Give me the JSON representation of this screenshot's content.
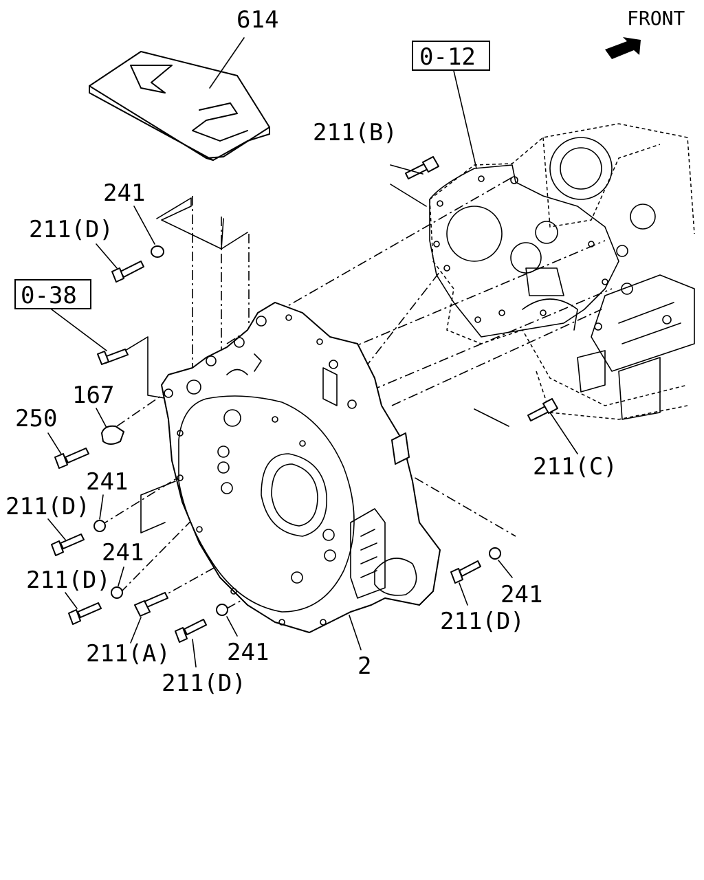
{
  "labels": {
    "part_614": "614",
    "front": "FRONT",
    "ref_o12": "0-12",
    "ref_o38": "0-38",
    "bolt_211b": "211(B)",
    "bolt_211c": "211(C)",
    "bolt_211a": "211(A)",
    "bolt_211d_1": "211(D)",
    "bolt_211d_2": "211(D)",
    "bolt_211d_3": "211(D)",
    "bolt_211d_4": "211(D)",
    "bolt_211d_5": "211(D)",
    "washer_241_1": "241",
    "washer_241_2": "241",
    "washer_241_3": "241",
    "washer_241_4": "241",
    "washer_241_5": "241",
    "part_167": "167",
    "part_250": "250",
    "part_2": "2"
  }
}
